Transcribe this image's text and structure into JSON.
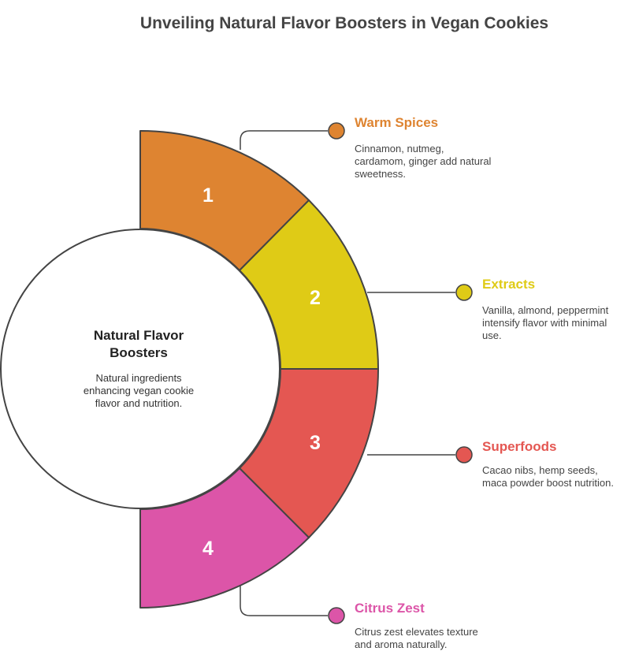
{
  "title": "Unveiling Natural Flavor Boosters in Vegan Cookies",
  "center": {
    "title_line1": "Natural Flavor",
    "title_line2": "Boosters",
    "desc_line1": "Natural ingredients",
    "desc_line2": "enhancing vegan cookie",
    "desc_line3": "flavor and nutrition."
  },
  "segments": [
    {
      "number": "1",
      "label": "Warm Spices",
      "color": "#DE8431",
      "desc_line1": "Cinnamon, nutmeg,",
      "desc_line2": "cardamom, ginger add natural",
      "desc_line3": "sweetness."
    },
    {
      "number": "2",
      "label": "Extracts",
      "color": "#DFCB16",
      "desc_line1": "Vanilla, almond, peppermint",
      "desc_line2": "intensify flavor with minimal",
      "desc_line3": "use."
    },
    {
      "number": "3",
      "label": "Superfoods",
      "color": "#E45752",
      "desc_line1": "Cacao nibs, hemp seeds,",
      "desc_line2": "maca powder boost nutrition."
    },
    {
      "number": "4",
      "label": "Citrus Zest",
      "color": "#DC55A8",
      "desc_line1": "Citrus zest elevates texture",
      "desc_line2": "and aroma naturally."
    }
  ]
}
